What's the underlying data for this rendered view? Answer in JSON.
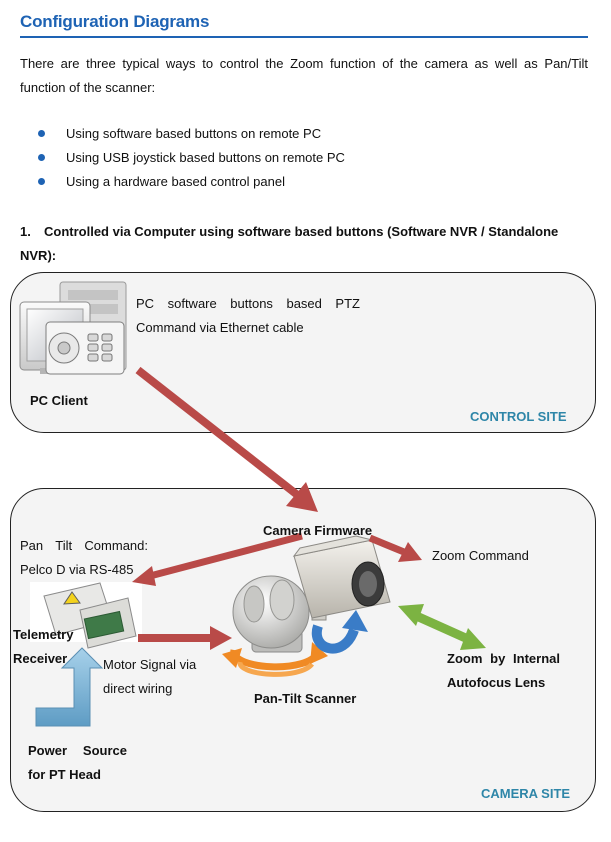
{
  "page": {
    "title": "Configuration Diagrams",
    "intro": "There are three typical ways to control the Zoom function of the camera as well as Pan/Tilt function of the scanner:",
    "bullets": [
      "Using software based buttons on remote PC",
      "Using USB joystick based buttons on remote PC",
      "Using a hardware based control panel"
    ],
    "section": {
      "number": "1.",
      "title": "Controlled via Computer using software based buttons (Software NVR / Standalone NVR):"
    }
  },
  "diagram": {
    "control_site": {
      "pc_label": "PC Client",
      "pc_command_line1": "PC software buttons based PTZ",
      "pc_command_line2": "Command via Ethernet cable",
      "site_label": "CONTROL SITE"
    },
    "camera_site": {
      "camera_firmware": "Camera Firmware",
      "zoom_command": "Zoom Command",
      "pan_tilt_command_line1": "Pan Tilt Command:",
      "pan_tilt_command_line2": "Pelco D via RS-485",
      "telemetry_line1": "Telemetry",
      "telemetry_line2": "Receiver",
      "motor_signal_line1": "Motor Signal via",
      "motor_signal_line2": "direct wiring",
      "scanner_label": "Pan-Tilt Scanner",
      "zoom_lens_line1": "Zoom by Internal",
      "zoom_lens_line2": "Autofocus Lens",
      "power_line1": "Power Source",
      "power_line2": "for PT Head",
      "site_label": "CAMERA SITE"
    },
    "colors": {
      "command_arrow": "#b94a48",
      "zoom_arrow": "#7cb342",
      "power_arrow": "#7ab3d4",
      "rotation_orange": "#f08a24",
      "rotation_blue": "#3a7cc7",
      "site_label": "#2e86a8",
      "heading": "#1e63b4"
    }
  }
}
